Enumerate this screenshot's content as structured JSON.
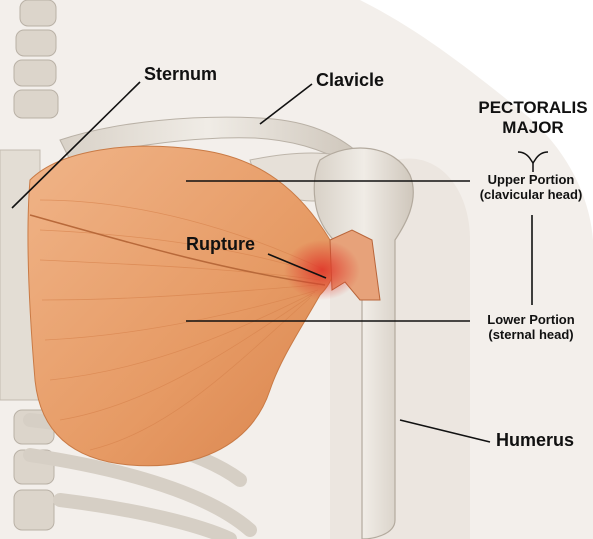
{
  "labels": {
    "sternum": "Sternum",
    "clavicle": "Clavicle",
    "rupture": "Rupture",
    "humerus": "Humerus",
    "pectoralis_title_line1": "PECTORALIS",
    "pectoralis_title_line2": "MAJOR",
    "upper_portion": "Upper Portion",
    "upper_portion_sub": "(clavicular head)",
    "lower_portion": "Lower Portion",
    "lower_portion_sub": "(sternal head)"
  },
  "colors": {
    "muscle": "#e8a070",
    "muscle_dark": "#c8703a",
    "rupture": "#d83a30",
    "bone": "#e9e4dc",
    "bone_shadow": "#c9c2b8",
    "skin": "#f2eeea",
    "leader": "#111111"
  }
}
